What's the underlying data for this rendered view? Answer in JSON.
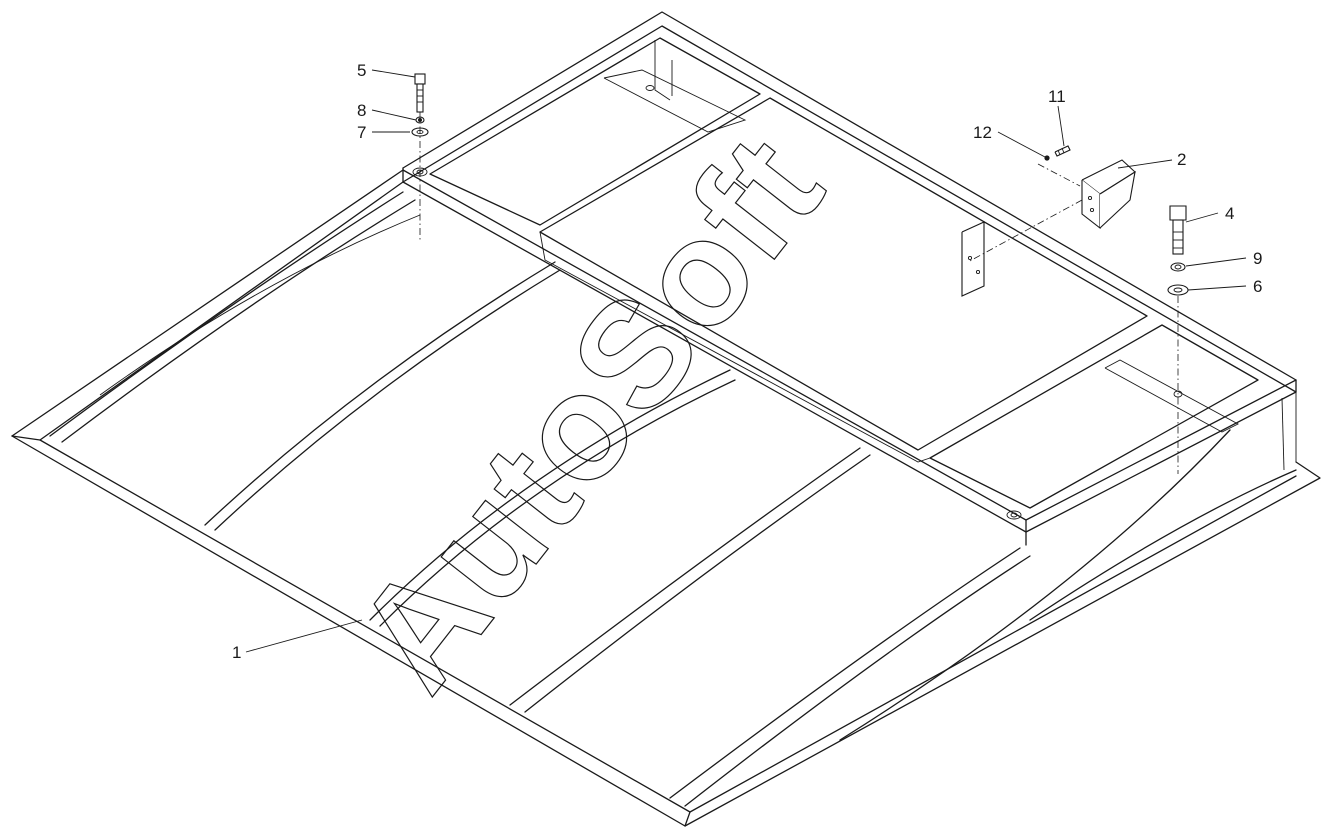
{
  "diagram": {
    "watermark": "AutoSoft",
    "callouts": [
      {
        "id": "c1",
        "label": "1"
      },
      {
        "id": "c2",
        "label": "2"
      },
      {
        "id": "c4",
        "label": "4"
      },
      {
        "id": "c5",
        "label": "5"
      },
      {
        "id": "c6",
        "label": "6"
      },
      {
        "id": "c7",
        "label": "7"
      },
      {
        "id": "c8",
        "label": "8"
      },
      {
        "id": "c9",
        "label": "9"
      },
      {
        "id": "c11",
        "label": "11"
      },
      {
        "id": "c12",
        "label": "12"
      }
    ]
  }
}
